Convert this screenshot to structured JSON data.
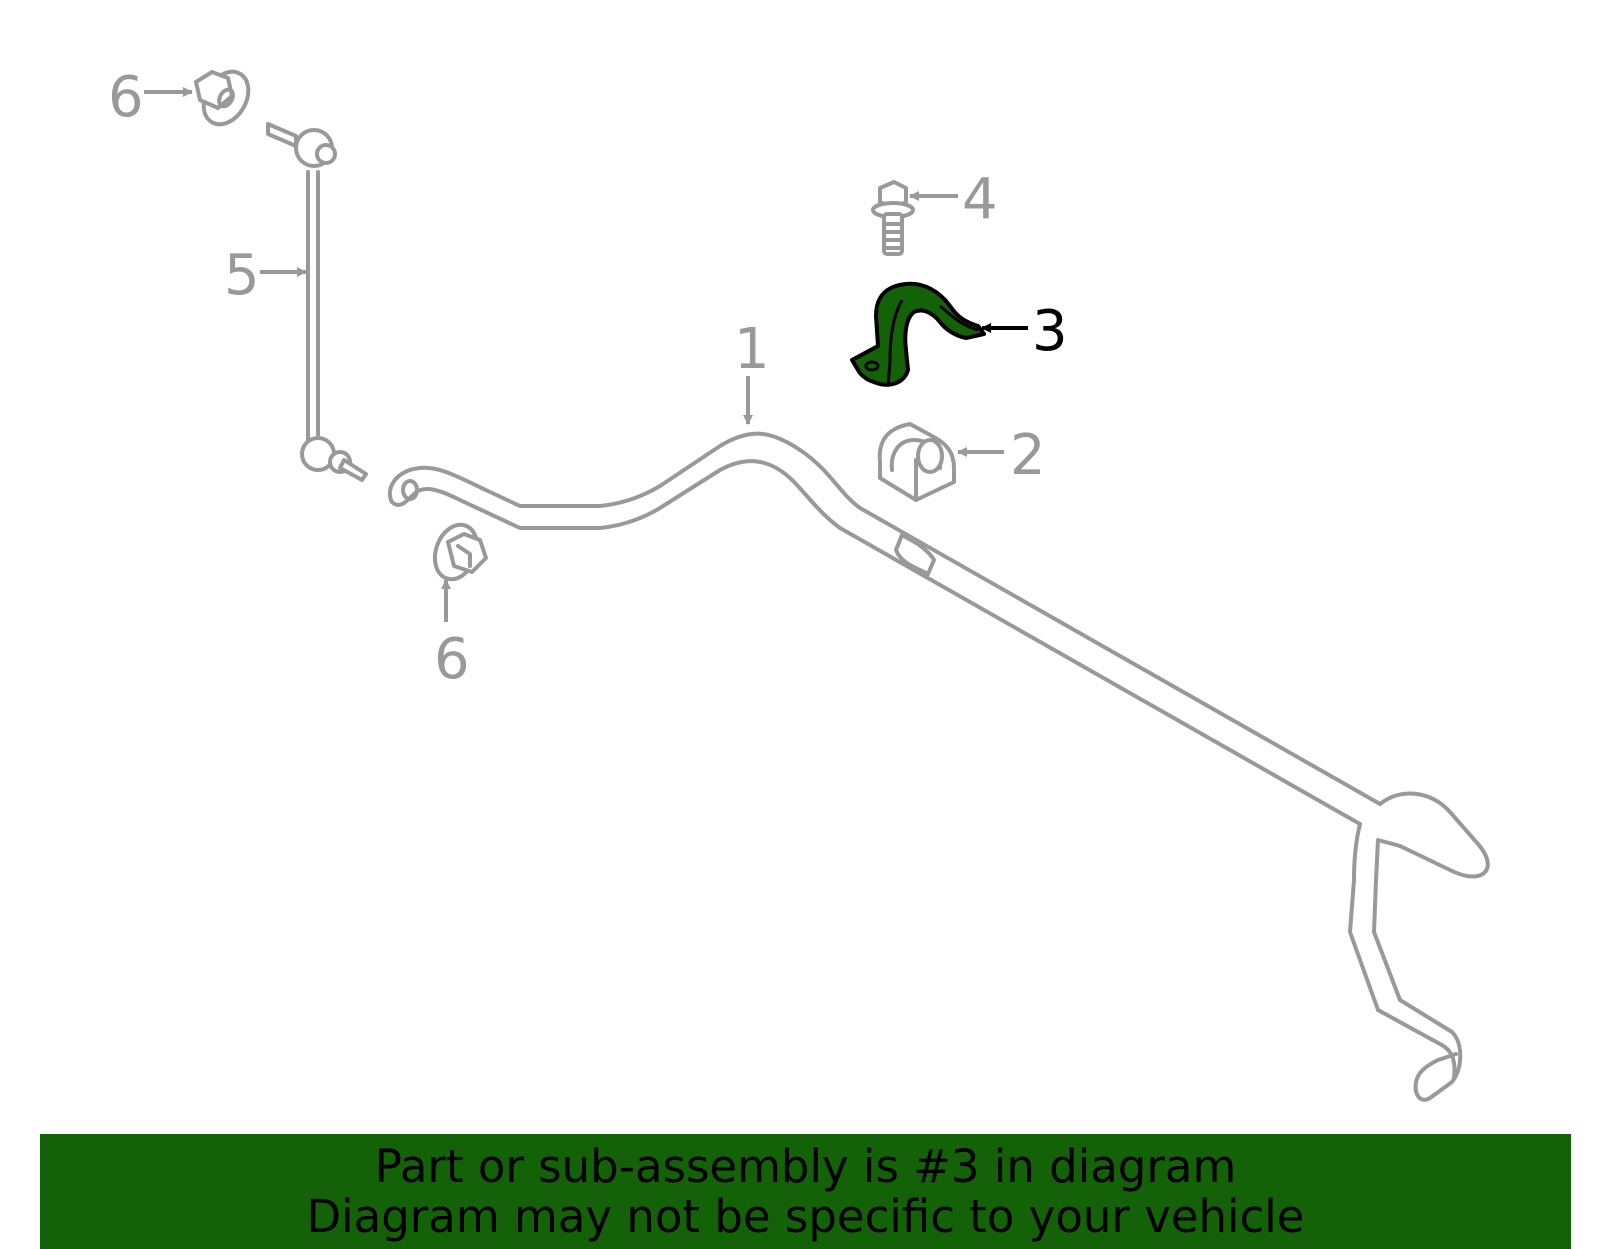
{
  "colors": {
    "highlight": "#136207",
    "part_line": "#999999",
    "banner_bg": "#136207",
    "banner_text": "#000000"
  },
  "callouts": {
    "stabilizer_bar": "1",
    "bushing": "2",
    "bracket": "3",
    "bolt": "4",
    "link": "5",
    "nut_top": "6",
    "nut_bottom": "6"
  },
  "highlighted_part": "3",
  "banner": {
    "line1": "Part or sub-assembly is #3 in diagram",
    "line2": "Diagram may not be specific to your vehicle"
  }
}
